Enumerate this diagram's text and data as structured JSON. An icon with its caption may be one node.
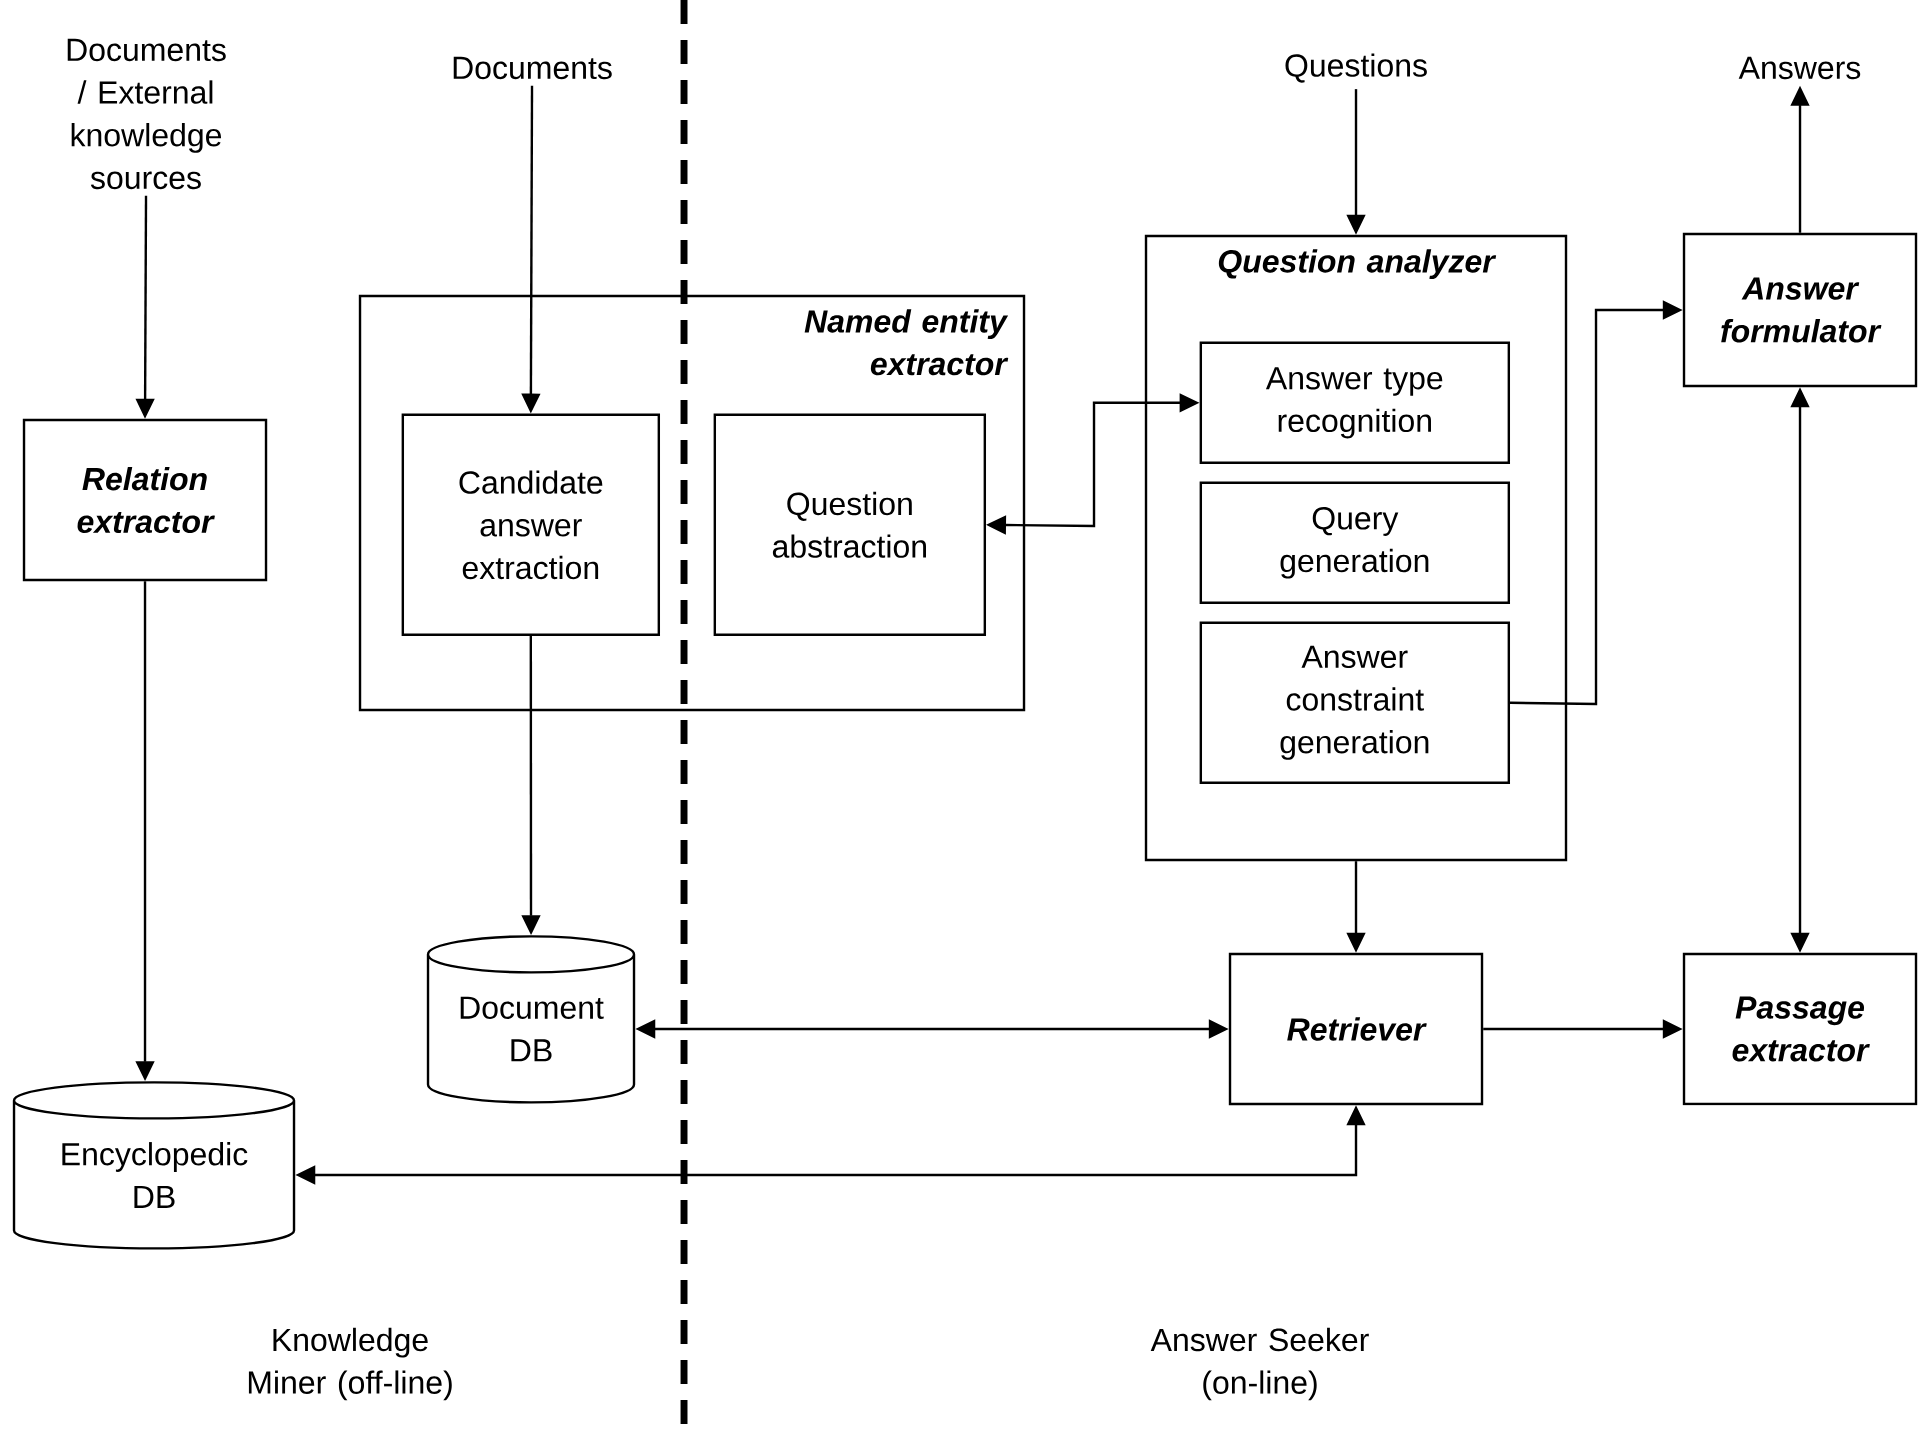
{
  "diagram": {
    "nodes": [
      {
        "text": [
          "Documents / External knowledge sources"
        ]
      },
      {
        "text": [
          "Documents"
        ]
      },
      {
        "text": [
          "Questions"
        ]
      },
      {
        "text": [
          "Answers"
        ]
      },
      {
        "text": [
          "Named entity extractor"
        ]
      },
      {
        "text": [
          "Candidate answer extraction"
        ],
        "in": 4
      },
      {
        "text": [
          "Question abstraction"
        ],
        "in": 4
      },
      {
        "text": [
          "Question analyzer"
        ]
      },
      {
        "text": [
          "Answer type recognition"
        ],
        "in": 7
      },
      {
        "text": [
          "Query generation"
        ],
        "in": 7
      },
      {
        "text": [
          "Answer constraint generation"
        ],
        "in": 7
      },
      {
        "text": [
          "Answer formulator"
        ]
      },
      {
        "text": [
          "Relation extractor"
        ]
      },
      {
        "text": [
          "Document DB"
        ]
      },
      {
        "text": [
          "Retriever"
        ]
      },
      {
        "text": [
          "Passage extractor"
        ]
      },
      {
        "text": [
          "Encyclopedic DB"
        ]
      }
    ],
    "edges": [
      {
        "from": 0,
        "to": 12,
        "arrow": "to"
      },
      {
        "from": 12,
        "to": 16,
        "arrow": "to"
      },
      {
        "from": 1,
        "to": 5,
        "arrow": "to"
      },
      {
        "from": 5,
        "to": 13,
        "arrow": "to"
      },
      {
        "from": 6,
        "to": 8,
        "arrow": "both"
      },
      {
        "from": 2,
        "to": 7,
        "arrow": "to"
      },
      {
        "from": 10,
        "to": 11,
        "arrow": "to"
      },
      {
        "from": 11,
        "to": 3,
        "arrow": "to"
      },
      {
        "from": 7,
        "to": 14,
        "arrow": "to"
      },
      {
        "from": 13,
        "to": 14,
        "arrow": "both"
      },
      {
        "from": 16,
        "to": 14,
        "arrow": "both"
      },
      {
        "from": 14,
        "to": 15,
        "arrow": "to"
      },
      {
        "from": 15,
        "to": 11,
        "arrow": "both"
      }
    ],
    "labels": [
      "Knowledge Miner (off-line)",
      "Answer Seeker (on-line)"
    ]
  }
}
